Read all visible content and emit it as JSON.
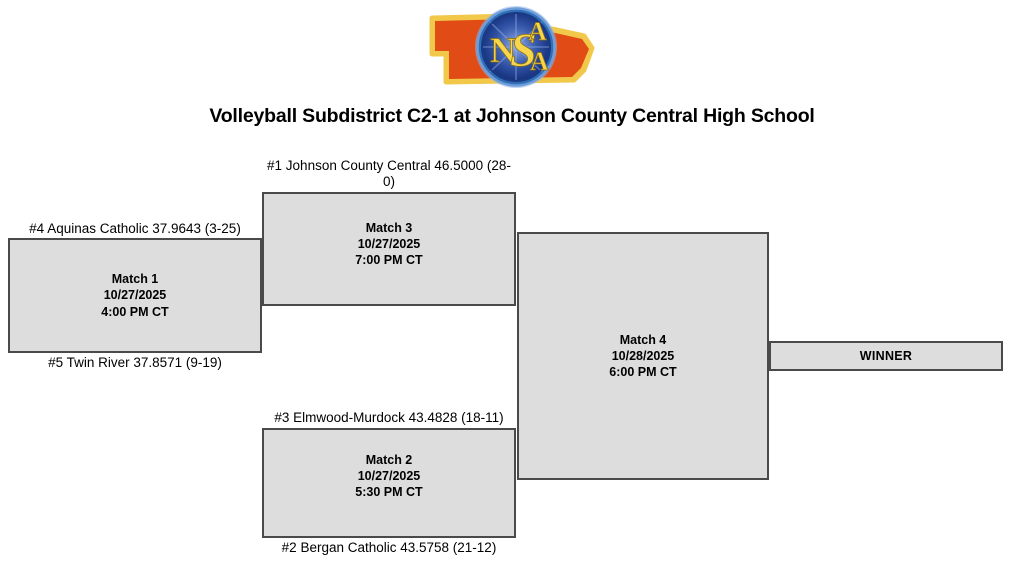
{
  "header": {
    "logo_name": "nsaa-logo",
    "logo_text": "NSAA",
    "logo_colors": {
      "state_fill": "#e04b16",
      "state_outline": "#f2c84b",
      "circle_outer": "#2f6fb5",
      "circle_inner": "#1d3f8f",
      "letters": "#f6d64a"
    },
    "title": "Volleyball Subdistrict C2-1 at Johnson County Central High School"
  },
  "bracket": {
    "box_fill": "#dddddd",
    "box_border": "#4a4a4a",
    "seeds": {
      "jcc": "#1 Johnson County Central 46.5000 (28-0)",
      "aquinas": "#4 Aquinas Catholic 37.9643 (3-25)",
      "twin_river": "#5 Twin River 37.8571 (9-19)",
      "elmwood": "#3 Elmwood-Murdock 43.4828 (18-11)",
      "bergan": "#2 Bergan Catholic 43.5758 (21-12)"
    },
    "matches": [
      {
        "name": "Match 1",
        "date": "10/27/2025",
        "time": "4:00 PM CT"
      },
      {
        "name": "Match 2",
        "date": "10/27/2025",
        "time": "5:30 PM CT"
      },
      {
        "name": "Match 3",
        "date": "10/27/2025",
        "time": "7:00 PM CT"
      },
      {
        "name": "Match 4",
        "date": "10/28/2025",
        "time": "6:00 PM CT"
      }
    ],
    "winner_label": "WINNER"
  }
}
